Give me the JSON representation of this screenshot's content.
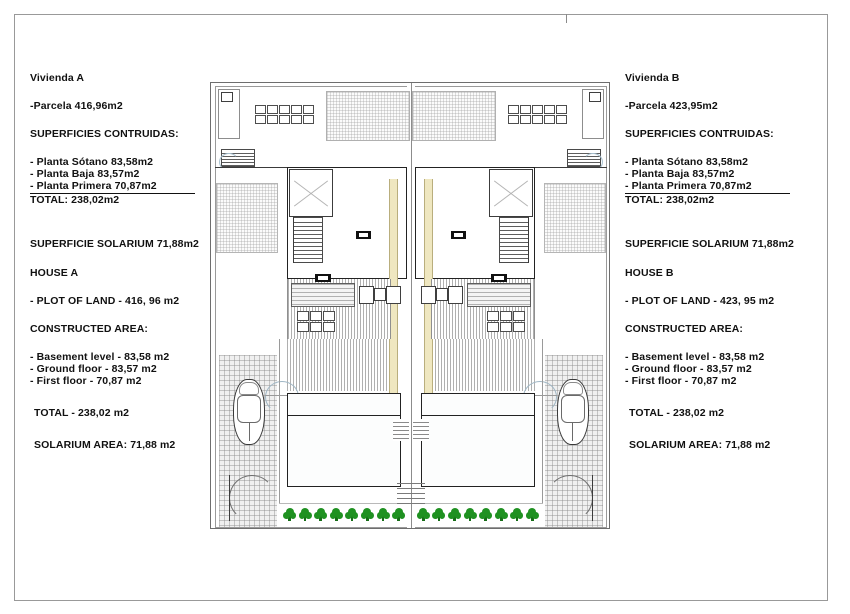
{
  "document": {
    "type": "architectural-site-plan",
    "title": "Semi-detached villas A and B - site plan with areas"
  },
  "left_block": {
    "heading": "Vivienda A",
    "plot": "-Parcela 416,96m2",
    "constructed_heading": "SUPERFICIES CONTRUIDAS:",
    "floors": [
      "- Planta Sótano 83,58m2",
      "- Planta Baja 83,57m2",
      "- Planta Primera 70,87m2"
    ],
    "total": "TOTAL: 238,02m2",
    "solarium": "SUPERFICIE SOLARIUM 71,88m2",
    "house_heading": "HOUSE A",
    "plot_en": "- PLOT OF LAND - 416, 96 m2",
    "constructed_heading_en": "CONSTRUCTED AREA:",
    "floors_en": [
      "- Basement level - 83,58 m2",
      "- Ground floor - 83,57 m2",
      "- First floor - 70,87 m2"
    ],
    "total_en": "TOTAL - 238,02 m2",
    "solarium_en": "SOLARIUM AREA: 71,88 m2"
  },
  "right_block": {
    "heading": "Vivienda B",
    "plot": "-Parcela 423,95m2",
    "constructed_heading": "SUPERFICIES CONTRUIDAS:",
    "floors": [
      "- Planta Sótano 83,58m2",
      "- Planta Baja 83,57m2",
      "- Planta Primera 70,87m2"
    ],
    "total": "TOTAL: 238,02m2",
    "solarium": "SUPERFICIE SOLARIUM 71,88m2",
    "house_heading": "HOUSE B",
    "plot_en": "- PLOT OF LAND - 423, 95 m2",
    "constructed_heading_en": "CONSTRUCTED AREA:",
    "floors_en": [
      "- Basement level - 83,58 m2",
      "- Ground floor - 83,57 m2",
      "- First floor - 70,87 m2"
    ],
    "total_en": "TOTAL - 238,02 m2",
    "solarium_en": "SOLARIUM AREA: 71,88 m2"
  },
  "plan": {
    "shrub_count_per_plot": 8,
    "colors": {
      "shrub_green": "#1f9121",
      "party_wall": "#efe7c0",
      "outline": "#222222",
      "hatch_grey": "#9a9a9a"
    },
    "elements": [
      "parking-car",
      "swimming-pool",
      "terrace",
      "staircase",
      "roof-skylight",
      "garden-shrubs",
      "dining-furniture",
      "party-wall"
    ]
  }
}
